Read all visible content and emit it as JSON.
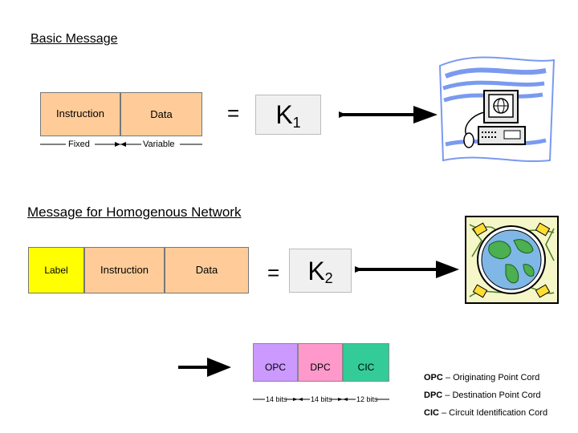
{
  "basic": {
    "title": "Basic Message",
    "instruction": "Instruction",
    "data": "Data",
    "fixed": "Fixed",
    "variable": "Variable",
    "equals": "=",
    "k_letter": "K",
    "k_sub": "1"
  },
  "homogenous": {
    "title": "Message for Homogenous Network",
    "label": "Label",
    "instruction": "Instruction",
    "data": "Data",
    "equals": "=",
    "k_letter": "K",
    "k_sub": "2"
  },
  "fields": {
    "opc": "OPC",
    "dpc": "DPC",
    "cic": "CIC",
    "opc_bits": "14 bits",
    "dpc_bits": "14 bits",
    "cic_bits": "12 bits"
  },
  "legend": {
    "opc_term": "OPC",
    "opc_def": " – Originating Point Cord",
    "dpc_term": "DPC",
    "dpc_def": " – Destination Point Cord",
    "cic_term": "CIC",
    "cic_def": " – Circuit Identification Cord"
  },
  "colors": {
    "instruction_bg": "#ffcc99",
    "label_bg": "#ffff00",
    "opc_bg": "#cc99ff",
    "dpc_bg": "#ff99cc",
    "cic_bg": "#33cc99",
    "computer_wave": "#7a9af0"
  },
  "icons": [
    "computer-icon",
    "globe-network-icon"
  ]
}
